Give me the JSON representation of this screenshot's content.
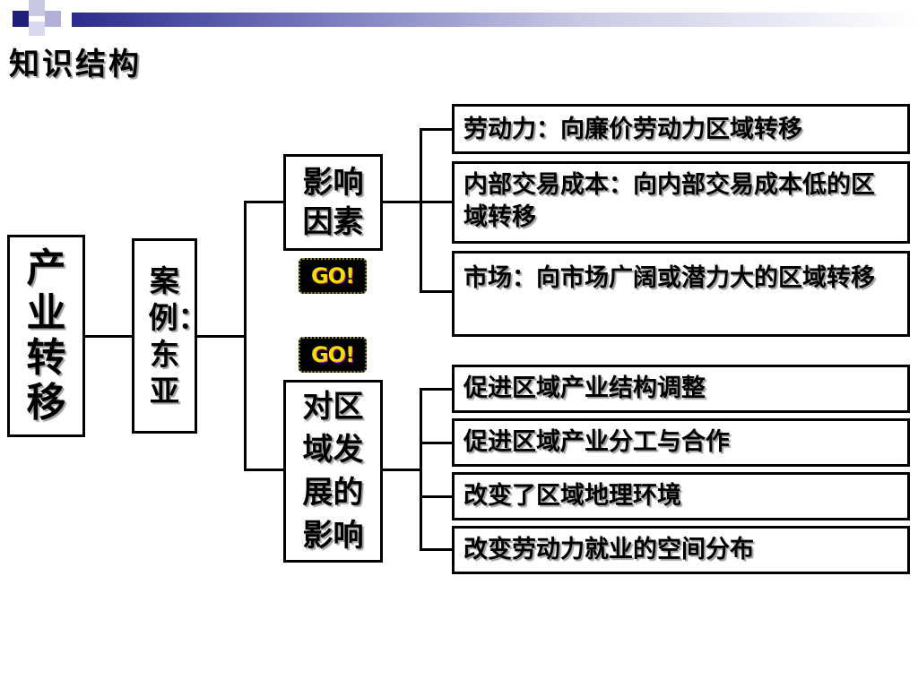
{
  "header": {
    "title": "知识结构"
  },
  "diagram": {
    "root": {
      "label": "产业转移"
    },
    "case": {
      "label": "案例：东亚"
    },
    "factors": {
      "label": "影响因素",
      "items": [
        "劳动力：向廉价劳动力区域转移",
        "内部交易成本：向内部交易成本低的区域转移",
        "市场：向市场广阔或潜力大的区域转移"
      ]
    },
    "impacts": {
      "label": "对区域发展的影响",
      "items": [
        "促进区域产业结构调整",
        "促进区域产业分工与合作",
        "改变了区域地理环境",
        "改变劳动力就业的空间分布"
      ]
    },
    "go_buttons": [
      "GO!",
      "GO!"
    ]
  },
  "colors": {
    "topbar_dark": "#1f1f7a",
    "go_text": "#f0e000"
  }
}
